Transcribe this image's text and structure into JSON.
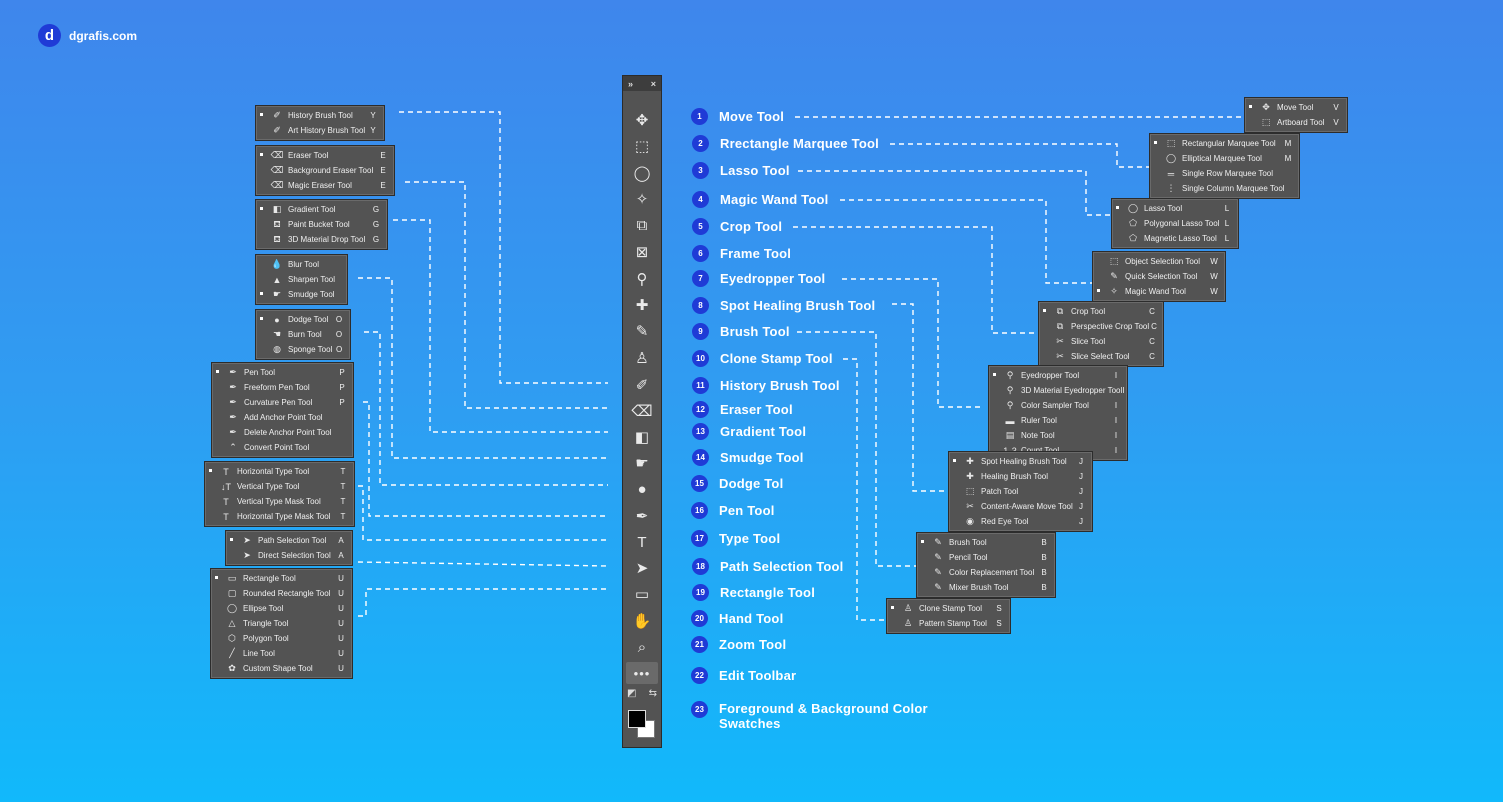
{
  "brand": {
    "logo_letter": "d",
    "name": "dgrafis.com"
  },
  "toolbar": {
    "collapse_glyph": "»",
    "close_glyph": "×",
    "icons": [
      "move-icon",
      "rect-marquee-icon",
      "lasso-icon",
      "magic-wand-icon",
      "crop-icon",
      "frame-icon",
      "eyedropper-icon",
      "spot-healing-icon",
      "brush-icon",
      "clone-stamp-icon",
      "history-brush-icon",
      "eraser-icon",
      "gradient-icon",
      "smudge-icon",
      "dodge-icon",
      "pen-icon",
      "type-icon",
      "path-selection-icon",
      "rectangle-icon",
      "hand-icon",
      "zoom-icon",
      "more-icon"
    ],
    "glyphs": [
      "✥",
      "⬚",
      "◯",
      "✧",
      "⧉",
      "⊠",
      "⚲",
      "✚",
      "✎",
      "♙",
      "✐",
      "⌫",
      "◧",
      "☛",
      "●",
      "✒",
      "T",
      "➤",
      "▭",
      "✋",
      "⌕",
      "•••"
    ],
    "swatch_colors": {
      "foreground": "#000000",
      "background": "#ffffff"
    }
  },
  "tools": [
    {
      "n": "1",
      "name": "Move Tool"
    },
    {
      "n": "2",
      "name": "Rrectangle Marquee Tool"
    },
    {
      "n": "3",
      "name": "Lasso Tool"
    },
    {
      "n": "4",
      "name": "Magic Wand Tool"
    },
    {
      "n": "5",
      "name": "Crop Tool"
    },
    {
      "n": "6",
      "name": "Frame Tool"
    },
    {
      "n": "7",
      "name": "Eyedropper Tool"
    },
    {
      "n": "8",
      "name": "Spot Healing Brush Tool"
    },
    {
      "n": "9",
      "name": "Brush Tool"
    },
    {
      "n": "10",
      "name": "Clone Stamp Tool"
    },
    {
      "n": "11",
      "name": "History Brush Tool"
    },
    {
      "n": "12",
      "name": "Eraser Tool"
    },
    {
      "n": "13",
      "name": "Gradient Tool"
    },
    {
      "n": "14",
      "name": "Smudge Tool"
    },
    {
      "n": "15",
      "name": "Dodge Tol"
    },
    {
      "n": "16",
      "name": "Pen Tool"
    },
    {
      "n": "17",
      "name": "Type Tool"
    },
    {
      "n": "18",
      "name": "Path Selection Tool"
    },
    {
      "n": "19",
      "name": "Rectangle Tool"
    },
    {
      "n": "20",
      "name": "Hand Tool"
    },
    {
      "n": "21",
      "name": "Zoom Tool"
    },
    {
      "n": "22",
      "name": "Edit Toolbar"
    },
    {
      "n": "23",
      "name": "Foreground & Background Color Swatches"
    }
  ],
  "flyouts_left": [
    {
      "id": "history",
      "items": [
        {
          "name": "History Brush Tool",
          "key": "Y",
          "sel": true,
          "icon": "✐"
        },
        {
          "name": "Art History Brush Tool",
          "key": "Y",
          "icon": "✐"
        }
      ]
    },
    {
      "id": "eraser",
      "items": [
        {
          "name": "Eraser Tool",
          "key": "E",
          "sel": true,
          "icon": "⌫"
        },
        {
          "name": "Background Eraser Tool",
          "key": "E",
          "icon": "⌫"
        },
        {
          "name": "Magic Eraser Tool",
          "key": "E",
          "icon": "⌫"
        }
      ]
    },
    {
      "id": "gradient",
      "items": [
        {
          "name": "Gradient Tool",
          "key": "G",
          "sel": true,
          "icon": "◧"
        },
        {
          "name": "Paint Bucket Tool",
          "key": "G",
          "icon": "⛾"
        },
        {
          "name": "3D Material Drop Tool",
          "key": "G",
          "icon": "⛾"
        }
      ]
    },
    {
      "id": "smudge",
      "items": [
        {
          "name": "Blur Tool",
          "key": "",
          "icon": "💧"
        },
        {
          "name": "Sharpen Tool",
          "key": "",
          "icon": "▲"
        },
        {
          "name": "Smudge Tool",
          "key": "",
          "sel": true,
          "icon": "☛"
        }
      ]
    },
    {
      "id": "dodge",
      "items": [
        {
          "name": "Dodge Tool",
          "key": "O",
          "sel": true,
          "icon": "●"
        },
        {
          "name": "Burn Tool",
          "key": "O",
          "icon": "☚"
        },
        {
          "name": "Sponge Tool",
          "key": "O",
          "icon": "◍"
        }
      ]
    },
    {
      "id": "pen",
      "items": [
        {
          "name": "Pen Tool",
          "key": "P",
          "sel": true,
          "icon": "✒"
        },
        {
          "name": "Freeform Pen Tool",
          "key": "P",
          "icon": "✒"
        },
        {
          "name": "Curvature Pen Tool",
          "key": "P",
          "icon": "✒"
        },
        {
          "name": "Add Anchor Point Tool",
          "key": "",
          "icon": "✒"
        },
        {
          "name": "Delete Anchor Point Tool",
          "key": "",
          "icon": "✒"
        },
        {
          "name": "Convert Point Tool",
          "key": "",
          "icon": "⌃"
        }
      ]
    },
    {
      "id": "type",
      "items": [
        {
          "name": "Horizontal Type Tool",
          "key": "T",
          "sel": true,
          "icon": "T"
        },
        {
          "name": "Vertical Type Tool",
          "key": "T",
          "icon": "↓T"
        },
        {
          "name": "Vertical Type Mask Tool",
          "key": "T",
          "icon": "T"
        },
        {
          "name": "Horizontal Type Mask Tool",
          "key": "T",
          "icon": "T"
        }
      ]
    },
    {
      "id": "path",
      "items": [
        {
          "name": "Path Selection Tool",
          "key": "A",
          "sel": true,
          "icon": "➤"
        },
        {
          "name": "Direct Selection Tool",
          "key": "A",
          "icon": "➤"
        }
      ]
    },
    {
      "id": "shape",
      "items": [
        {
          "name": "Rectangle Tool",
          "key": "U",
          "sel": true,
          "icon": "▭"
        },
        {
          "name": "Rounded Rectangle Tool",
          "key": "U",
          "icon": "▢"
        },
        {
          "name": "Ellipse Tool",
          "key": "U",
          "icon": "◯"
        },
        {
          "name": "Triangle Tool",
          "key": "U",
          "icon": "△"
        },
        {
          "name": "Polygon Tool",
          "key": "U",
          "icon": "⬡"
        },
        {
          "name": "Line Tool",
          "key": "U",
          "icon": "╱"
        },
        {
          "name": "Custom Shape Tool",
          "key": "U",
          "icon": "✿"
        }
      ]
    }
  ],
  "flyouts_right": [
    {
      "id": "move",
      "items": [
        {
          "name": "Move Tool",
          "key": "V",
          "sel": true,
          "icon": "✥"
        },
        {
          "name": "Artboard Tool",
          "key": "V",
          "icon": "⬚"
        }
      ]
    },
    {
      "id": "marquee",
      "items": [
        {
          "name": "Rectangular Marquee Tool",
          "key": "M",
          "sel": true,
          "icon": "⬚"
        },
        {
          "name": "Elliptical Marquee Tool",
          "key": "M",
          "icon": "◯"
        },
        {
          "name": "Single Row Marquee Tool",
          "key": "",
          "icon": "═"
        },
        {
          "name": "Single Column Marquee Tool",
          "key": "",
          "icon": "⋮"
        }
      ]
    },
    {
      "id": "lasso",
      "items": [
        {
          "name": "Lasso Tool",
          "key": "L",
          "sel": true,
          "icon": "◯"
        },
        {
          "name": "Polygonal Lasso Tool",
          "key": "L",
          "icon": "⬠"
        },
        {
          "name": "Magnetic Lasso Tool",
          "key": "L",
          "icon": "⬠"
        }
      ]
    },
    {
      "id": "wand",
      "items": [
        {
          "name": "Object Selection Tool",
          "key": "W",
          "icon": "⬚"
        },
        {
          "name": "Quick Selection Tool",
          "key": "W",
          "icon": "✎"
        },
        {
          "name": "Magic Wand Tool",
          "key": "W",
          "sel": true,
          "icon": "✧"
        }
      ]
    },
    {
      "id": "crop",
      "items": [
        {
          "name": "Crop Tool",
          "key": "C",
          "sel": true,
          "icon": "⧉"
        },
        {
          "name": "Perspective Crop Tool",
          "key": "C",
          "icon": "⧉"
        },
        {
          "name": "Slice Tool",
          "key": "C",
          "icon": "✂"
        },
        {
          "name": "Slice Select Tool",
          "key": "C",
          "icon": "✂"
        }
      ]
    },
    {
      "id": "eyedrop",
      "items": [
        {
          "name": "Eyedropper Tool",
          "key": "I",
          "sel": true,
          "icon": "⚲"
        },
        {
          "name": "3D Material Eyedropper Tool",
          "key": "I",
          "icon": "⚲"
        },
        {
          "name": "Color Sampler Tool",
          "key": "I",
          "icon": "⚲"
        },
        {
          "name": "Ruler Tool",
          "key": "I",
          "icon": "▬"
        },
        {
          "name": "Note Tool",
          "key": "I",
          "icon": "▤"
        },
        {
          "name": "Count Tool",
          "key": "I",
          "icon": "1₂3"
        }
      ]
    },
    {
      "id": "heal",
      "items": [
        {
          "name": "Spot Healing Brush Tool",
          "key": "J",
          "sel": true,
          "icon": "✚"
        },
        {
          "name": "Healing Brush Tool",
          "key": "J",
          "icon": "✚"
        },
        {
          "name": "Patch Tool",
          "key": "J",
          "icon": "⬚"
        },
        {
          "name": "Content-Aware Move Tool",
          "key": "J",
          "icon": "✂"
        },
        {
          "name": "Red Eye Tool",
          "key": "J",
          "icon": "◉"
        }
      ]
    },
    {
      "id": "brush",
      "items": [
        {
          "name": "Brush Tool",
          "key": "B",
          "sel": true,
          "icon": "✎"
        },
        {
          "name": "Pencil Tool",
          "key": "B",
          "icon": "✎"
        },
        {
          "name": "Color Replacement Tool",
          "key": "B",
          "icon": "✎"
        },
        {
          "name": "Mixer Brush Tool",
          "key": "B",
          "icon": "✎"
        }
      ]
    },
    {
      "id": "clone",
      "items": [
        {
          "name": "Clone Stamp Tool",
          "key": "S",
          "sel": true,
          "icon": "♙"
        },
        {
          "name": "Pattern Stamp Tool",
          "key": "S",
          "icon": "♙"
        }
      ]
    }
  ]
}
